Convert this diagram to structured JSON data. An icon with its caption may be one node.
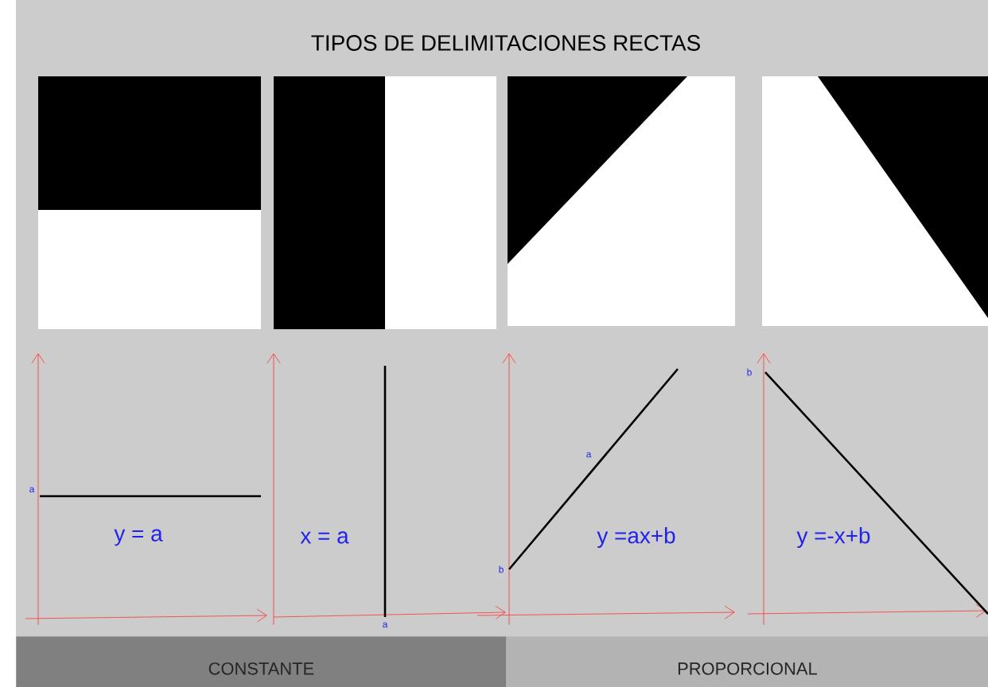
{
  "diagram": {
    "title": "TIPOS  DE DELIMITACIONES RECTAS",
    "nodes": [
      {
        "text": [
          "CONSTANTE"
        ]
      },
      {
        "text": [
          "PROPORCIONAL"
        ]
      }
    ],
    "edges": [],
    "labels": [
      "a",
      "y = a",
      "x = a",
      "a",
      "a",
      "b",
      "y =ax+b",
      "b",
      "y =-x+b"
    ]
  }
}
